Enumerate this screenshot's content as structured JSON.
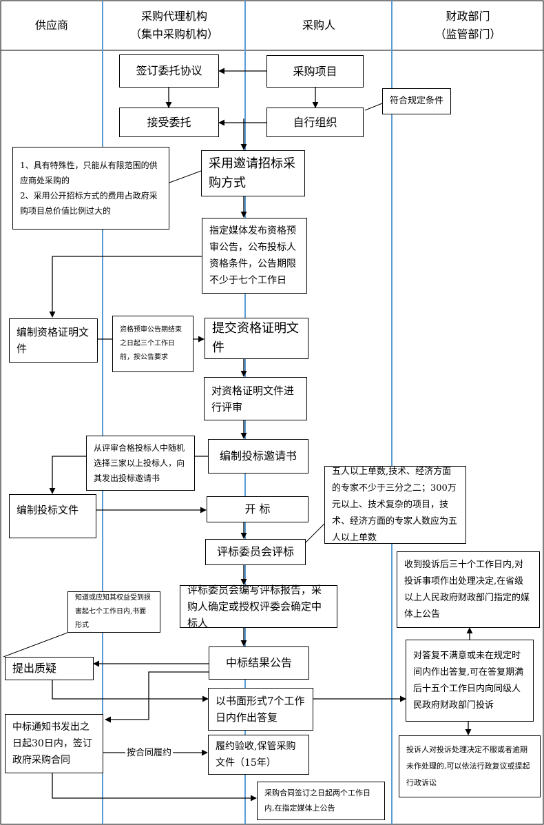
{
  "columns": {
    "supplier": [
      "供应商"
    ],
    "agency": [
      "采购代理机构",
      "（集中采购机构）"
    ],
    "purchaser": [
      "采购人"
    ],
    "finance": [
      "财政部门",
      "（监管部门）"
    ]
  },
  "nodes": {
    "sign_agreement": "签订委托协议",
    "purchase_project": "采购项目",
    "accept_commission": "接受委托",
    "self_organize": "自行组织",
    "meets_conditions": "符合规定条件",
    "conditions_note": "1、具有特殊性，只能从有限范围的供应商处采购的\n2、采用公开招标方式的费用占政府采购项目总价值比例过大的",
    "invite_method": "采用邀请招标采购方式",
    "publish_notice": "指定媒体发布资格预审公告，公布投标人资格条件，公告期限不少于七个工作日",
    "prepare_qual_docs": "编制资格证明文件",
    "qual_deadline_note": "资格预审公告期结束之日起三个工作日前，按公告要求",
    "submit_qual_docs": "提交资格证明文件",
    "review_qual_docs": "对资格证明文件进行评审",
    "select_bidders_note": "从评审合格投标人中随机选择三家以上投标人，向其发出投标邀请书",
    "prepare_invitation": "编制投标邀请书",
    "prepare_bid_docs": "编制投标文件",
    "expert_note": "五人以上单数,技术、经济方面的专家不少于三分之二；300万元以上、技术复杂的项目，技术、经济方面的专家人数应为五人以上单数",
    "bid_opening": "开 标",
    "committee_eval": "评标委员会评标",
    "complaint_decision": "收到投诉后三十个工作日内,对投诉事项作出处理决定,在省级以上人民政府财政部门指定的媒体上公告",
    "rights_note": "知道或应知其权益受到损害起七个工作日内,书面形式",
    "eval_report": "评标委员会编写评标报告，采购人确定或授权评委会确定中标人",
    "file_complaint": "对答复不满意或未在规定时间内作出答复,可在答复期满后十五个工作日内向同级人民政府财政部门投诉",
    "raise_query": "提出质疑",
    "award_notice": "中标结果公告",
    "written_reply": "以书面形式7个工作日内作出答复",
    "sign_contract": "中标通知书发出之日起30日内，签订政府采购合同",
    "perform_label": "按合同履约",
    "acceptance": "履约验收,保管采购文件（15年）",
    "review_litigation": "投诉人对投诉处理决定不服或者逾期未作处理的,可以依法行政复议或提起行政诉讼",
    "contract_notice": "采购合同签订之日起两个工作日内,在指定媒体上公告"
  },
  "colors": {
    "border": "#000000",
    "lane_line": "#5b9bd5",
    "arrow": "#000000"
  }
}
